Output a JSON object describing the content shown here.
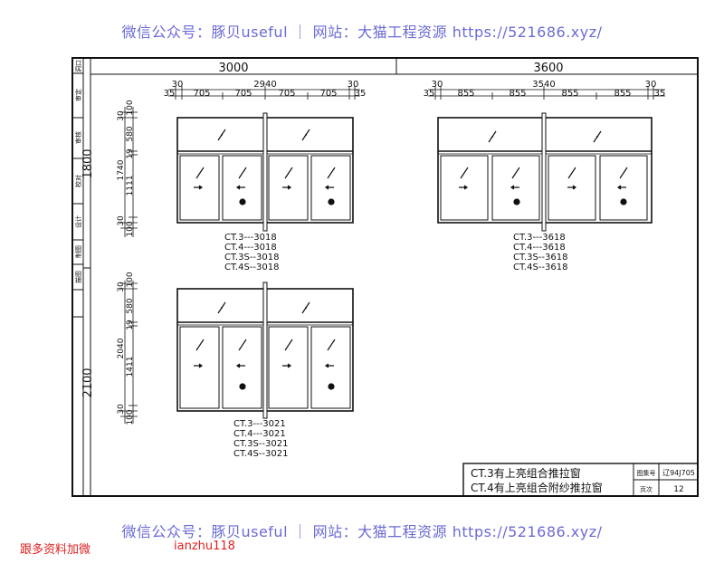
{
  "watermark_top": "微信公众号：豚贝useful ｜ 网站：大猫工程资源 https://521686.xyz/",
  "watermark_bottom": "微信公众号：豚贝useful ｜ 网站：大猫工程资源 https://521686.xyz/",
  "promo_left": "跟多资料加微",
  "promo_right": "ianzhu118",
  "left_strip": {
    "top_label": "洞口",
    "row_labels": [
      "审定",
      "审核",
      "校对",
      "设计",
      "制图",
      "描图"
    ],
    "height_labels": [
      "1800",
      "2100"
    ]
  },
  "column_widths": [
    "3000",
    "3600"
  ],
  "windows": [
    {
      "id": "3018",
      "overall": "2940",
      "edge_offsets": [
        "30",
        "30"
      ],
      "outer_margins": [
        "35",
        "35"
      ],
      "panels": [
        "705",
        "705",
        "705",
        "705"
      ],
      "vertical_dims": [
        "100",
        "30",
        "580",
        "19",
        "1111",
        "30",
        "100"
      ],
      "vertical_total": "1740",
      "labels": [
        "CT.3---3018",
        "CT.4---3018",
        "CT.3S--3018",
        "CT.4S--3018"
      ]
    },
    {
      "id": "3618",
      "overall": "3540",
      "edge_offsets": [
        "30",
        "30"
      ],
      "outer_margins": [
        "35",
        "35"
      ],
      "panels": [
        "855",
        "855",
        "855",
        "855"
      ],
      "labels": [
        "CT.3---3618",
        "CT.4---3618",
        "CT.3S--3618",
        "CT.4S--3618"
      ]
    },
    {
      "id": "3021",
      "vertical_dims": [
        "100",
        "30",
        "580",
        "19",
        "1411",
        "30",
        "100"
      ],
      "vertical_total": "2040",
      "labels": [
        "CT.3---3021",
        "CT.4---3021",
        "CT.3S--3021",
        "CT.4S--3021"
      ]
    }
  ],
  "title_block": {
    "line1": "CT.3有上亮组合推拉窗",
    "line2": "CT.4有上亮组合附纱推拉窗",
    "atlas_label": "图集号",
    "atlas_no": "辽94J705",
    "page_label": "页次",
    "page_no": "12"
  }
}
